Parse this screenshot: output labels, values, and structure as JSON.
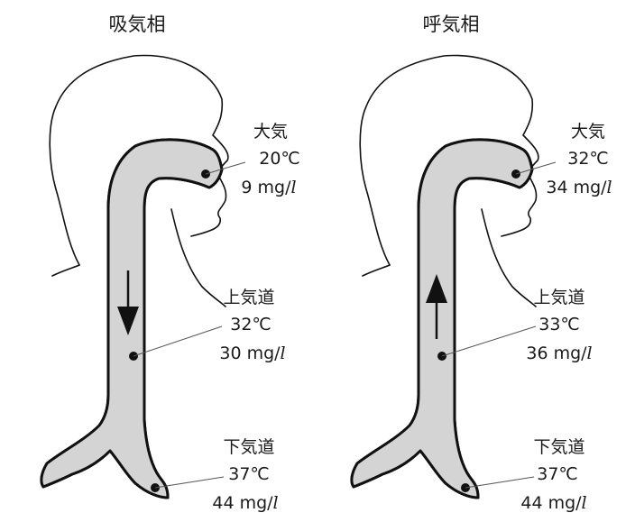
{
  "panels": [
    {
      "title": "吸気相",
      "airway_fill": "#d4d4d4",
      "flow_direction": "down",
      "points": [
        {
          "name": "大気",
          "temp": "20℃",
          "humidity_value": "9 mg/",
          "humidity_unit": "l"
        },
        {
          "name": "上気道",
          "temp": "32℃",
          "humidity_value": "30 mg/",
          "humidity_unit": "l"
        },
        {
          "name": "下気道",
          "temp": "37℃",
          "humidity_value": "44 mg/",
          "humidity_unit": "l"
        }
      ]
    },
    {
      "title": "呼気相",
      "airway_fill": "#d4d4d4",
      "flow_direction": "up",
      "points": [
        {
          "name": "大気",
          "temp": "32℃",
          "humidity_value": "34 mg/",
          "humidity_unit": "l"
        },
        {
          "name": "上気道",
          "temp": "33℃",
          "humidity_value": "36 mg/",
          "humidity_unit": "l"
        },
        {
          "name": "下気道",
          "temp": "37℃",
          "humidity_value": "44 mg/",
          "humidity_unit": "l"
        }
      ]
    }
  ]
}
